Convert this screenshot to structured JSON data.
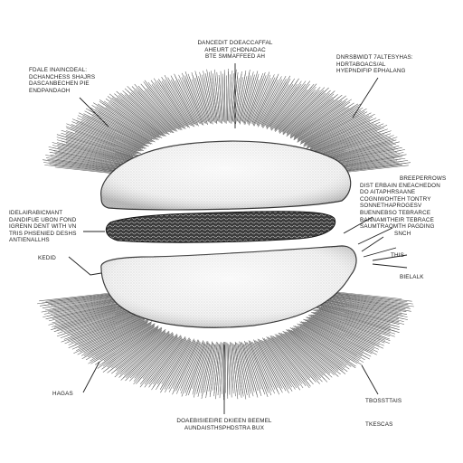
{
  "labels": {
    "top_center": [
      "DANCEDIT DOEACCAFFAL",
      "AHEURT (CHDNADAC",
      "BTE SMMAFFEED AH"
    ],
    "top_right": [
      "DNRSBWIDT 7ALTESYHAS:",
      "HDRTABOACS/AL",
      "HYEPNDIFIP EPHALANG"
    ],
    "upper_left": [
      "FDALE INAINCDEAL:",
      "DCHANCHESS SHAJRS",
      "DASCANBECHEN PIE",
      "ENDPANDAOH"
    ],
    "middle_left": [
      "IDELAIRABICMANT",
      "DANDIFUE UBON FOND",
      "IGRENN DENT WITH VN",
      "TRIS PHSENIED DESHS",
      "ANTIENALLHS"
    ],
    "keep_left": "KEDID",
    "right_block": [
      "BREEPERROWS",
      "DIST ERBAIN ENEACHEDON",
      "DO AITAPHRSAANE",
      "COGNIWOHTEH TONTRY",
      "SONNETHAPROGESV",
      "BUENNEBSO TEBRARCE",
      "BANNAMITHEIR TEBRACE",
      "SAUMTRAOMTH PAGDING",
      "SNCH"
    ],
    "right_the": "THIS",
    "right_bielak": "BIELALK",
    "bottom_left": "HAGAS",
    "bottom_center": [
      "DOAEBISIEEIRE DKIEEN BEEMEL",
      "AUNDAISTHSPHDSTRA BUX"
    ],
    "bottom_right_1": "TBOSSTTAIS",
    "bottom_right_2": "TKESCAS"
  }
}
